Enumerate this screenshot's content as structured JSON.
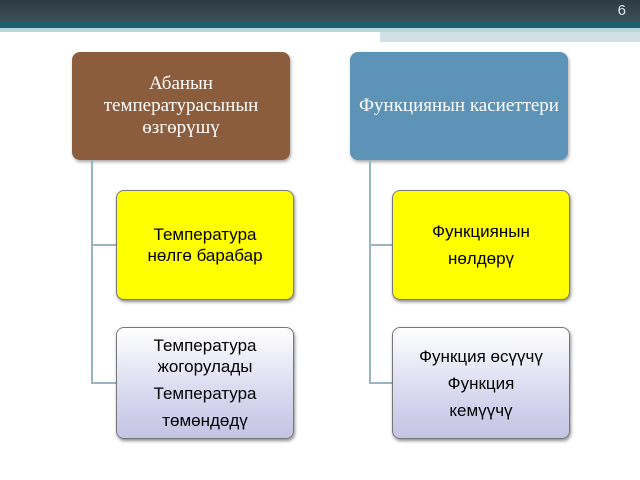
{
  "slide": {
    "number": "6"
  },
  "left": {
    "header": "Абанын температурасынын өзгөрүшү",
    "box1": [
      "Температура",
      "нөлгө барабар"
    ],
    "box2": [
      "Температура жогорулады",
      "Температура",
      "төмөндөдү"
    ]
  },
  "right": {
    "header": "Функциянын касиеттери",
    "box1": [
      "Функциянын",
      "нөлдөрү"
    ],
    "box2": [
      "Функция өсүүчү",
      "Функция",
      "кемүүчү"
    ]
  },
  "colors": {
    "left_header": "#8b5d3c",
    "right_header": "#5c93b7",
    "highlight": "#ffff00",
    "top_band": "#1d5f6c"
  }
}
